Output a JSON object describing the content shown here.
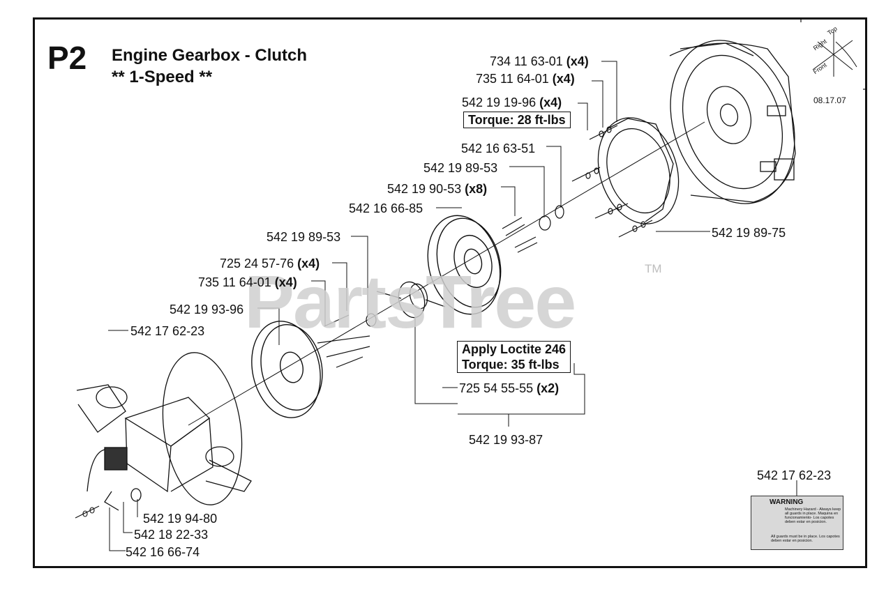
{
  "header": {
    "page_code": "P2",
    "title_line1": "Engine Gearbox - Clutch",
    "title_line2": "** 1-Speed **",
    "date": "08.17.07"
  },
  "orientation": {
    "top": "Top",
    "right": "Right",
    "front": "Front"
  },
  "watermark": {
    "text": "PartsTree",
    "tm": "TM"
  },
  "parts": {
    "p1": {
      "num": "734 11 63-01",
      "qty": "(x4)"
    },
    "p2": {
      "num": "735 11 64-01",
      "qty": "(x4)"
    },
    "p3": {
      "num": "542 19 19-96",
      "qty": "(x4)"
    },
    "p4": {
      "num": "542 16 63-51",
      "qty": ""
    },
    "p5": {
      "num": "542 19 89-53",
      "qty": ""
    },
    "p6": {
      "num": "542 19 90-53",
      "qty": "(x8)"
    },
    "p7": {
      "num": "542 16 66-85",
      "qty": ""
    },
    "p8": {
      "num": "542 19 89-75",
      "qty": ""
    },
    "p9": {
      "num": "542 19 89-53",
      "qty": ""
    },
    "p10": {
      "num": "725 24 57-76",
      "qty": "(x4)"
    },
    "p11": {
      "num": "735 11 64-01",
      "qty": "(x4)"
    },
    "p12": {
      "num": "542 19 93-96",
      "qty": ""
    },
    "p13": {
      "num": "542 17 62-23",
      "qty": ""
    },
    "p14": {
      "num": "725 54 55-55",
      "qty": "(x2)"
    },
    "p15": {
      "num": "542 19 93-87",
      "qty": ""
    },
    "p16": {
      "num": "542 19 94-80",
      "qty": ""
    },
    "p17": {
      "num": "542 18 22-33",
      "qty": ""
    },
    "p18": {
      "num": "542 16 66-74",
      "qty": ""
    },
    "p19": {
      "num": "542 17 62-23",
      "qty": ""
    }
  },
  "notes": {
    "torque1": "Torque: 28 ft-lbs",
    "loctite": "Apply Loctite 246",
    "torque2": "Torque:  35 ft-lbs"
  },
  "warning_label": {
    "heading": "WARNING",
    "text1": "Machinery Hazard - Always keep all guards in place. Maquina en funcionamiento- Los capotes deben estar en posicion.",
    "text2": "All guards must be in place. Los capotes deben estar en posicion."
  }
}
